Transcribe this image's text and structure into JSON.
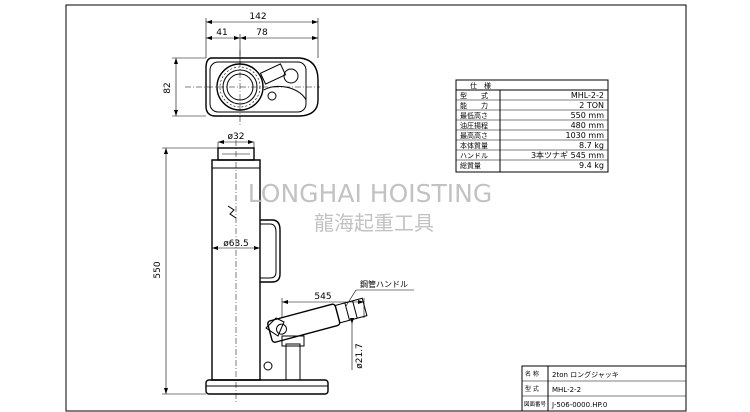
{
  "dimensions": {
    "total_width": "142",
    "left_offset": "41",
    "right_offset": "78",
    "top_height": "82",
    "ram_diameter": "ø32",
    "body_diameter": "ø63.5",
    "overall_height": "550",
    "handle_length": "545",
    "handle_diameter": "ø21.7"
  },
  "labels": {
    "handle_callout": "鋼管ハンドル"
  },
  "spec_table": {
    "header": "仕　様",
    "rows": [
      {
        "label": "型　　式",
        "value": "MHL-2-2"
      },
      {
        "label": "能　　力",
        "value": "2 TON"
      },
      {
        "label": "最低高さ",
        "value": "550 mm"
      },
      {
        "label": "油圧揚程",
        "value": "480 mm"
      },
      {
        "label": "最高高さ",
        "value": "1030 mm"
      },
      {
        "label": "本体質量",
        "value": "8.7 kg"
      },
      {
        "label": "ハンドル",
        "value": "3本ツナギ 545 mm"
      },
      {
        "label": "総質量",
        "value": "9.4 kg"
      }
    ]
  },
  "watermark": {
    "line1": "LONGHAI HOISTING",
    "line2": "龍海起重工具"
  },
  "title_block": {
    "rows": [
      {
        "label": "名 称",
        "value": "2ton ロングジャッキ"
      },
      {
        "label": "型 式",
        "value": "MHL-2-2"
      },
      {
        "label": "図面番号",
        "value": "J-506-0000.HP.0"
      }
    ]
  }
}
